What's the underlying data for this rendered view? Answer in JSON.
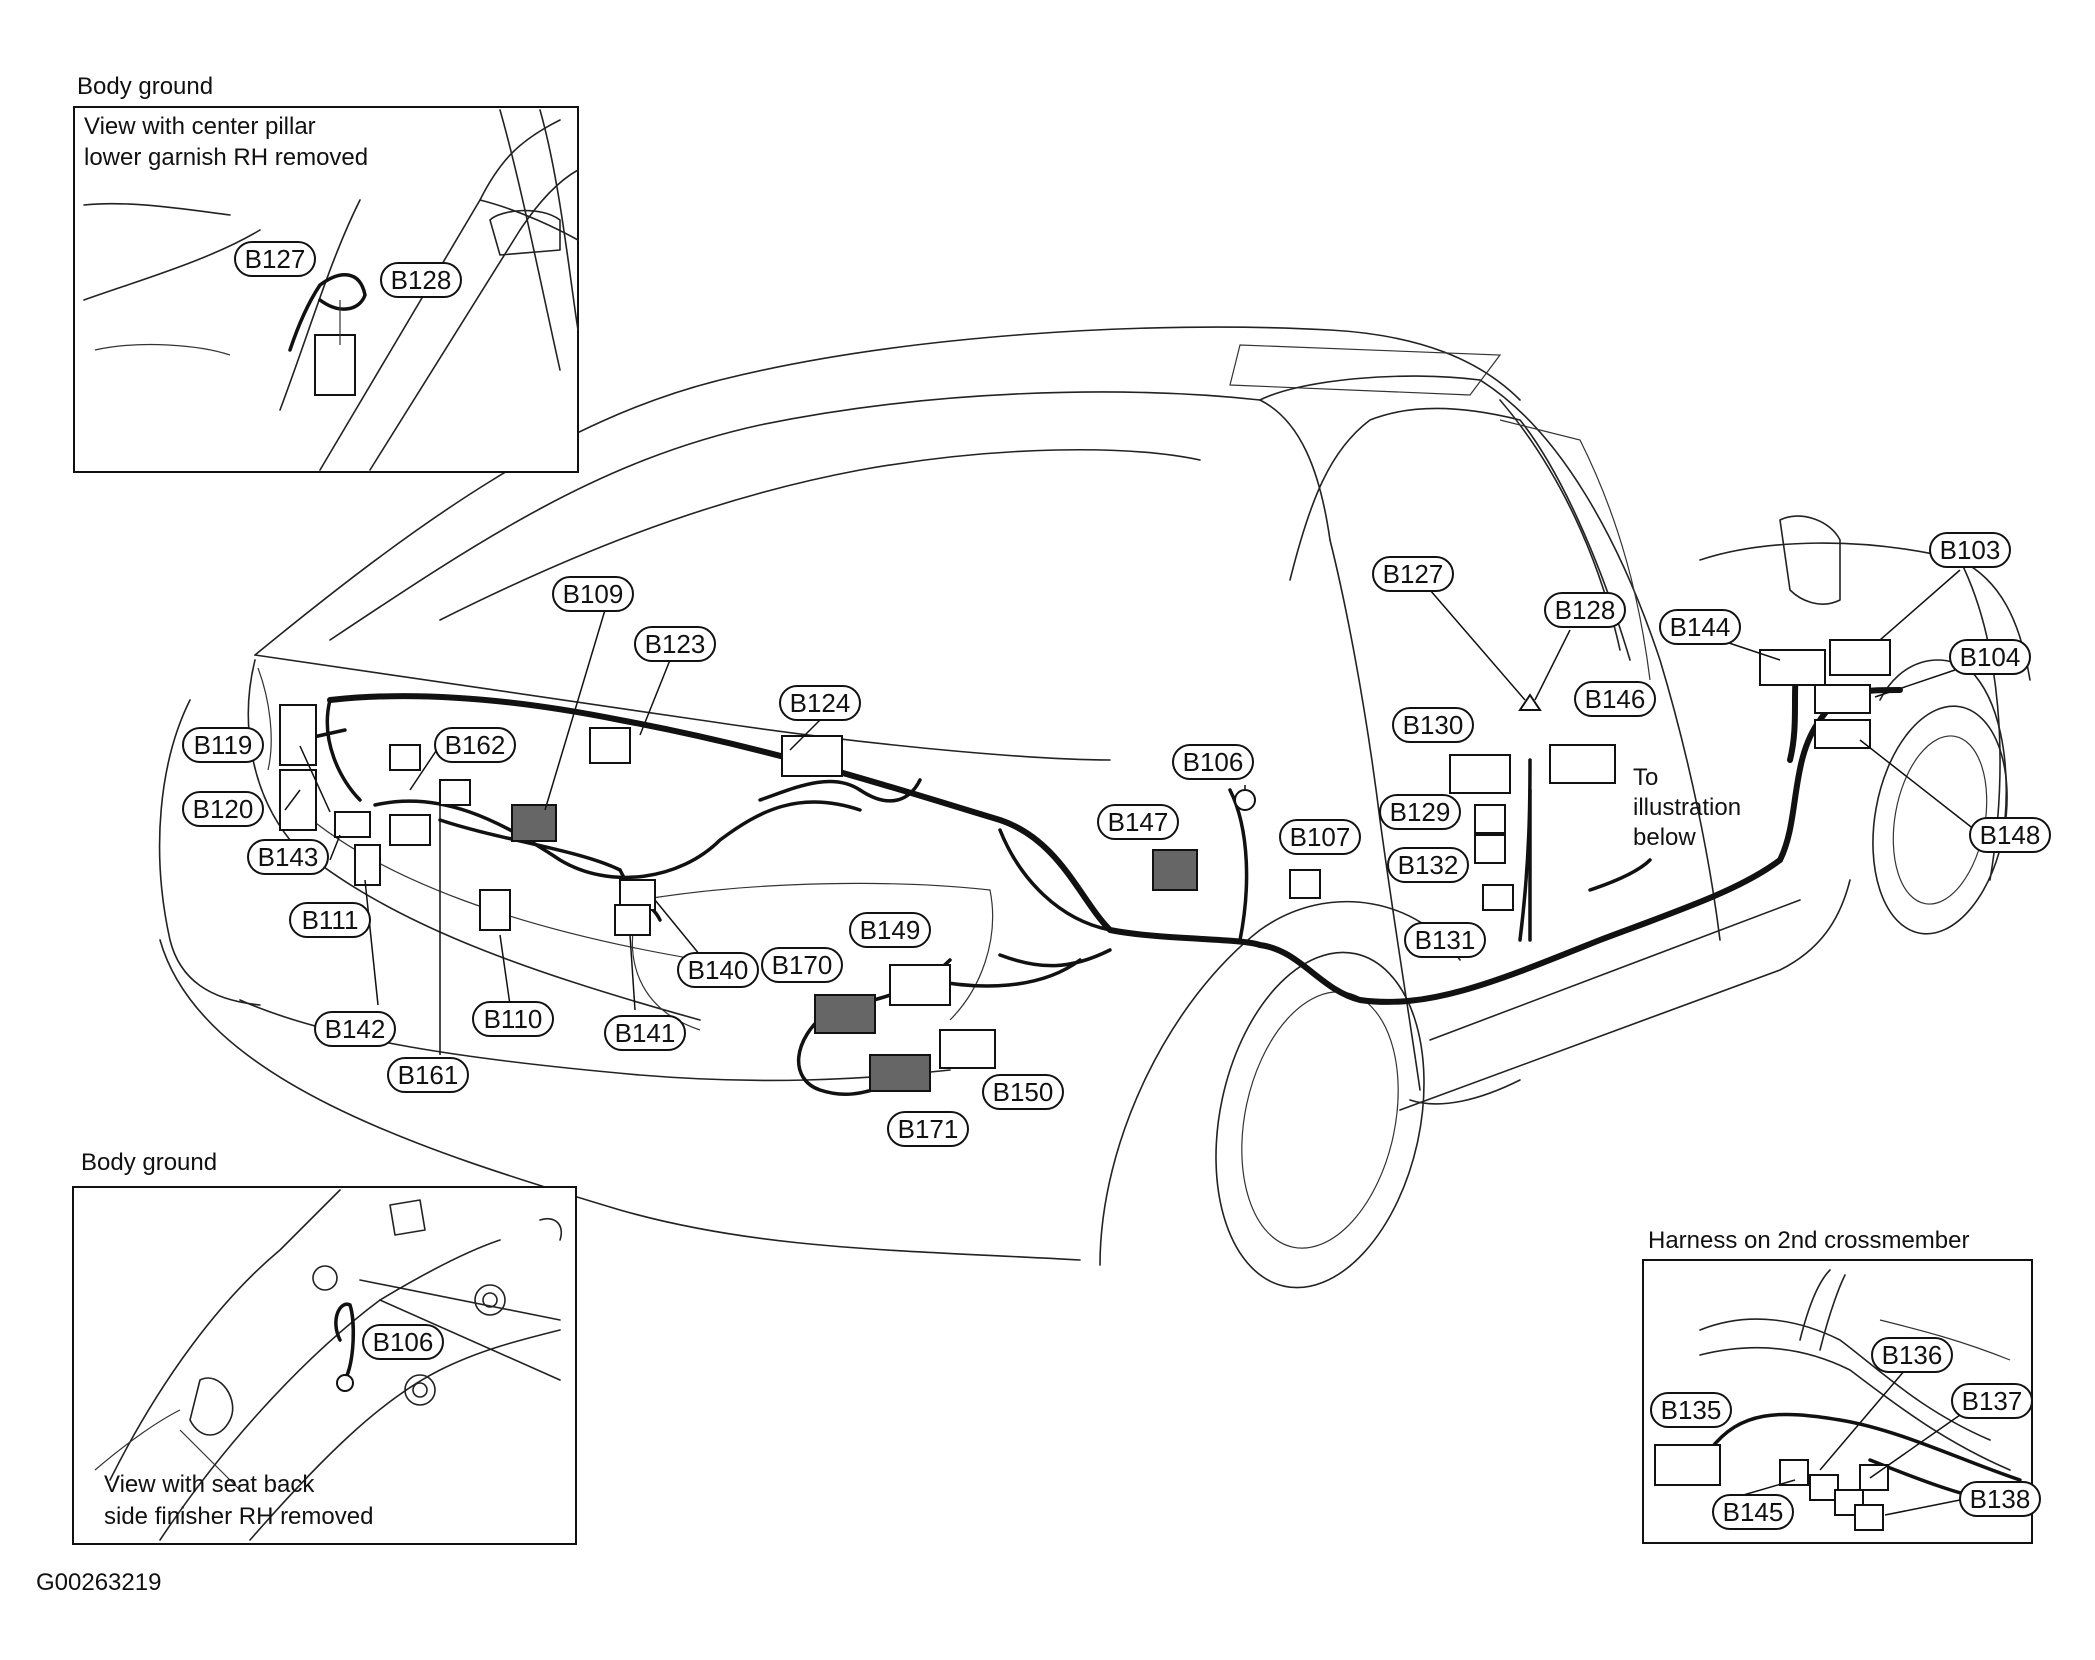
{
  "figure_id": "G00263219",
  "insets": {
    "top_left": {
      "heading": "Body ground",
      "note_line1": "View with center pillar",
      "note_line2": "lower garnish RH removed",
      "labels": [
        "B127",
        "B128"
      ]
    },
    "bottom_left": {
      "heading": "Body ground",
      "note_line1": "View with seat back",
      "note_line2": "side finisher RH removed",
      "labels": [
        "B106"
      ]
    },
    "bottom_right": {
      "heading": "Harness on 2nd crossmember",
      "labels": [
        "B135",
        "B136",
        "B137",
        "B138",
        "B145"
      ]
    }
  },
  "main": {
    "labels": {
      "B103": "B103",
      "B104": "B104",
      "B106": "B106",
      "B107": "B107",
      "B109": "B109",
      "B110": "B110",
      "B111": "B111",
      "B119": "B119",
      "B120": "B120",
      "B123": "B123",
      "B124": "B124",
      "B127": "B127",
      "B128": "B128",
      "B129": "B129",
      "B130": "B130",
      "B131": "B131",
      "B132": "B132",
      "B140": "B140",
      "B141": "B141",
      "B142": "B142",
      "B143": "B143",
      "B144": "B144",
      "B146": "B146",
      "B147": "B147",
      "B148": "B148",
      "B149": "B149",
      "B150": "B150",
      "B161": "B161",
      "B162": "B162",
      "B170": "B170",
      "B171": "B171"
    },
    "note_line1": "To",
    "note_line2": "illustration",
    "note_line3": "below"
  }
}
